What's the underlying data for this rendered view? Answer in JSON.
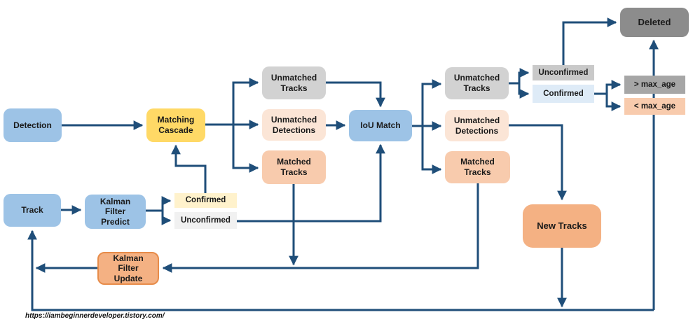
{
  "diagram": {
    "title": "DeepSORT tracking pipeline flowchart",
    "colors": {
      "connector": "#1f4e79",
      "process_blue": "#9dc3e6",
      "cascade_gold": "#ffd966",
      "unmatched_tracks_gray": "#d2d2d2",
      "unmatched_detections_peach": "#fbe5d6",
      "matched_tracks_peach": "#f8cbad",
      "new_tracks_orange": "#f4b183",
      "deleted_gray": "#8c8c8c",
      "confirmed_left_cream": "#fff2cc",
      "unconfirmed_left_gray": "#f1f1f1",
      "unconfirmed_right_gray": "#c9c9c9",
      "confirmed_right_blue": "#deebf7",
      "gt_max_age_gray": "#a6a6a6",
      "lt_max_age_peach": "#f8cbad"
    },
    "nodes": {
      "detection": {
        "label": "Detection"
      },
      "matching_cascade": {
        "label": "Matching\nCascade"
      },
      "track": {
        "label": "Track"
      },
      "kf_predict": {
        "label": "Kalman\nFilter\nPredict"
      },
      "confirmed_left": {
        "label": "Confirmed"
      },
      "unconfirmed_left": {
        "label": "Unconfirmed"
      },
      "unmatched_tracks_mid": {
        "label": "Unmatched\nTracks"
      },
      "unmatched_detections_mid": {
        "label": "Unmatched\nDetections"
      },
      "matched_tracks_mid": {
        "label": "Matched\nTracks"
      },
      "iou_match": {
        "label": "IoU Match"
      },
      "unmatched_tracks_right": {
        "label": "Unmatched\nTracks"
      },
      "unmatched_detections_right": {
        "label": "Unmatched\nDetections"
      },
      "matched_tracks_right": {
        "label": "Matched\nTracks"
      },
      "unconfirmed_right": {
        "label": "Unconfirmed"
      },
      "confirmed_right": {
        "label": "Confirmed"
      },
      "gt_max_age": {
        "label": "> max_age"
      },
      "lt_max_age": {
        "label": "< max_age"
      },
      "deleted": {
        "label": "Deleted"
      },
      "new_tracks": {
        "label": "New Tracks"
      },
      "kf_update": {
        "label": "Kalman\nFilter\nUpdate"
      }
    },
    "footer": {
      "url": "https://iambeginnerdeveloper.tistory.com/"
    }
  }
}
